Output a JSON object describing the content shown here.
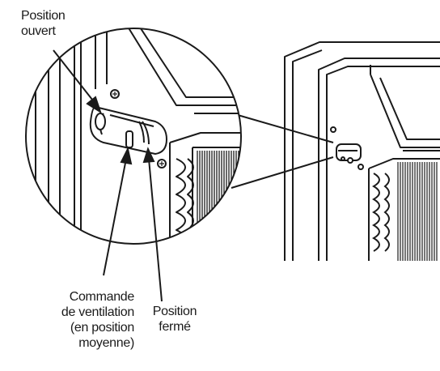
{
  "labels": {
    "open_position": [
      "Position",
      "ouvert"
    ],
    "vent_control": [
      "Commande",
      "de ventilation",
      "(en position",
      "moyenne)"
    ],
    "closed_position": [
      "Position",
      "fermé"
    ]
  },
  "colors": {
    "ink": "#1a1a1a",
    "background": "#ffffff"
  }
}
